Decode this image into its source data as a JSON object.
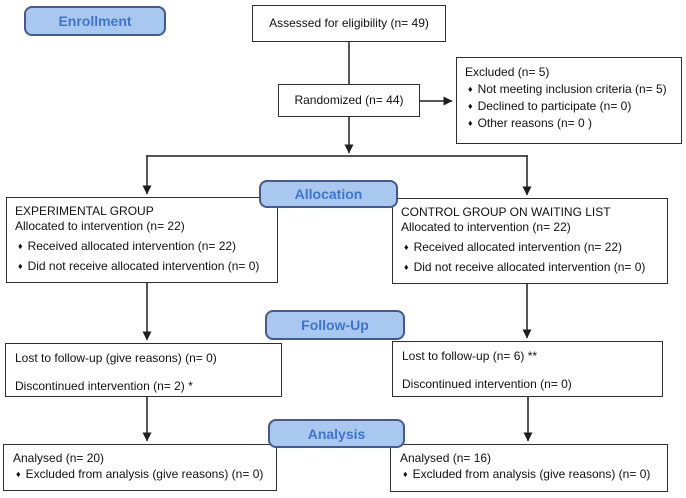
{
  "stages": {
    "enrollment": "Enrollment",
    "allocation": "Allocation",
    "followup": "Follow-Up",
    "analysis": "Analysis"
  },
  "bullet": "♦",
  "colors": {
    "badge_fill": "#a9c8f0",
    "badge_border": "#44598c",
    "badge_text": "#3e74c9",
    "box_border": "#2f2f2f",
    "connector": "#1f1f1f"
  },
  "boxes": {
    "assessed": {
      "text": "Assessed for eligibility (n= 49)"
    },
    "randomized": {
      "text": "Randomized (n= 44)"
    },
    "excluded": {
      "title": "Excluded (n= 5)",
      "items": [
        "Not meeting inclusion criteria (n= 5)",
        "Declined to participate (n= 0)",
        "Other reasons (n= 0 )"
      ]
    },
    "experimental": {
      "title": "EXPERIMENTAL GROUP",
      "subtitle": "Allocated to intervention (n= 22)",
      "items": [
        "Received allocated intervention (n= 22)",
        "Did not receive allocated intervention (n= 0)"
      ]
    },
    "control": {
      "title": "CONTROL GROUP ON WAITING LIST",
      "subtitle": "Allocated to intervention (n= 22)",
      "items": [
        "Received allocated intervention (n= 22)",
        "Did not receive allocated intervention (n= 0)"
      ]
    },
    "followup_left": {
      "line1": "Lost to follow-up (give reasons) (n= 0)",
      "line2": "Discontinued intervention (n= 2) *"
    },
    "followup_right": {
      "line1": "Lost to follow-up (n= 6) **",
      "line2": "Discontinued intervention (n= 0)"
    },
    "analysis_left": {
      "title": "Analysed (n= 20)",
      "items": [
        "Excluded from analysis (give reasons) (n= 0)"
      ]
    },
    "analysis_right": {
      "title": "Analysed (n= 16)",
      "items": [
        "Excluded from analysis (give reasons) (n= 0)"
      ]
    }
  }
}
